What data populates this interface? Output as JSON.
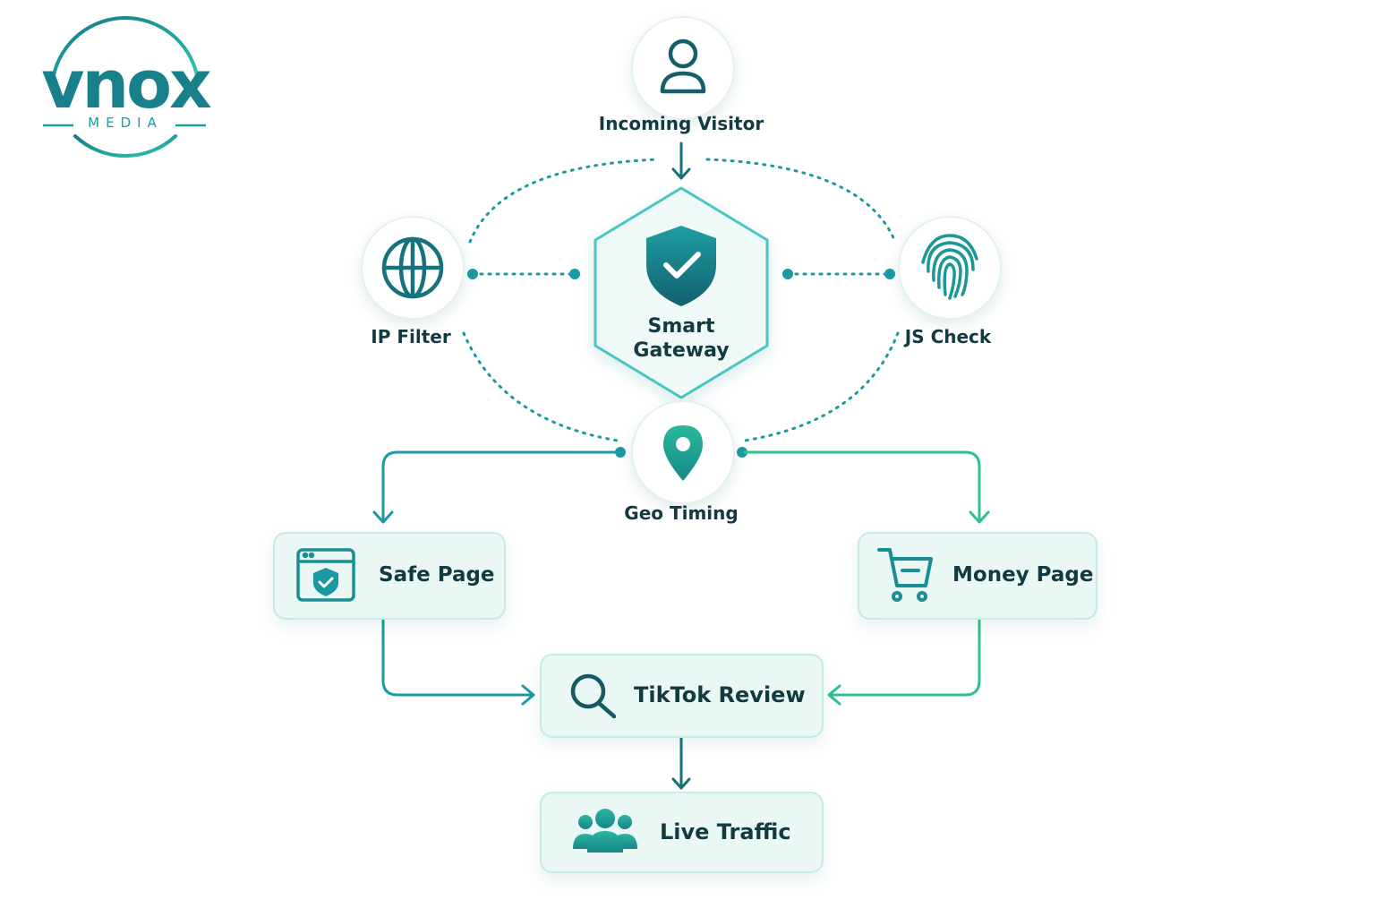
{
  "brand": {
    "name": "vnox",
    "tagline": "MEDIA"
  },
  "nodes": {
    "visitor": "Incoming Visitor",
    "gateway_line1": "Smart",
    "gateway_line2": "Gateway",
    "ip_filter": "IP Filter",
    "js_check": "JS Check",
    "geo_timing": "Geo Timing"
  },
  "pages": {
    "safe": "Safe Page",
    "money": "Money Page",
    "review": "TikTok Review",
    "live": "Live Traffic"
  },
  "icons": {
    "visitor": "user-icon",
    "gateway": "shield-check-icon",
    "ip_filter": "globe-icon",
    "js_check": "fingerprint-icon",
    "geo_timing": "location-pin-icon",
    "safe": "browser-shield-icon",
    "money": "shopping-cart-icon",
    "review": "search-icon",
    "live": "users-group-icon"
  },
  "colors": {
    "dark_teal": "#16707a",
    "teal": "#1a9aa4",
    "green": "#2cc28a",
    "text": "#123a40",
    "box_bg": "#eaf7f5",
    "box_border": "#c5ebe6"
  }
}
